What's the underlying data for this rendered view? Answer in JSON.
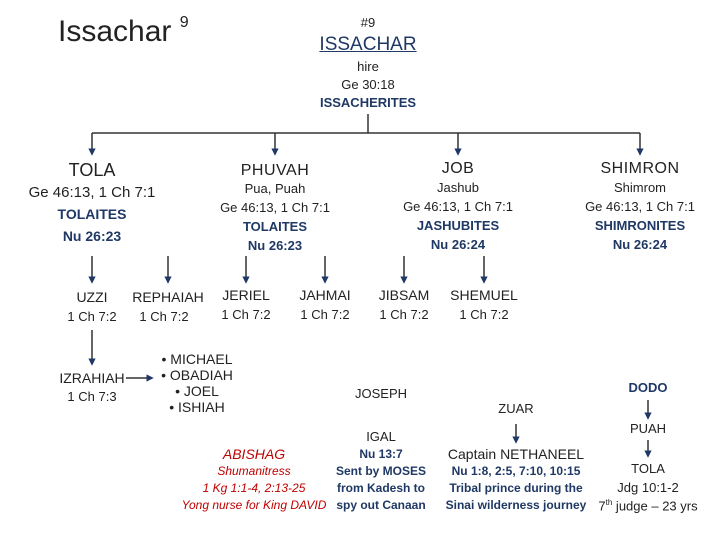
{
  "title": {
    "text": "Issachar",
    "sup": "9"
  },
  "top": {
    "num": "#9",
    "name": "ISSACHAR",
    "meaning": "hire",
    "ref": "Ge 30:18",
    "clan": "ISSACHERITES"
  },
  "sons": [
    {
      "name": "TOLA",
      "alt": "",
      "ref": "Ge 46:13, 1 Ch 7:1",
      "clan": "TOLAITES",
      "clanref": "Nu 26:23"
    },
    {
      "name": "PHUVAH",
      "alt": "Pua, Puah",
      "ref": "Ge 46:13, 1 Ch 7:1",
      "clan": "TOLAITES",
      "clanref": "Nu 26:23"
    },
    {
      "name": "JOB",
      "alt": "Jashub",
      "ref": "Ge 46:13, 1 Ch 7:1",
      "clan": "JASHUBITES",
      "clanref": "Nu 26:24"
    },
    {
      "name": "SHIMRON",
      "alt": "Shimrom",
      "ref": "Ge 46:13, 1 Ch 7:1",
      "clan": "SHIMRONITES",
      "clanref": "Nu 26:24"
    }
  ],
  "grandsons": [
    {
      "name": "UZZI",
      "ref": "1 Ch 7:2"
    },
    {
      "name": "REPHAIAH",
      "ref": "1 Ch 7:2"
    },
    {
      "name": "JERIEL",
      "ref": "1 Ch 7:2"
    },
    {
      "name": "JAHMAI",
      "ref": "1 Ch 7:2"
    },
    {
      "name": "JIBSAM",
      "ref": "1 Ch 7:2"
    },
    {
      "name": "SHEMUEL",
      "ref": "1 Ch 7:2"
    }
  ],
  "izrahiah": {
    "name": "IZRAHIAH",
    "ref": "1 Ch 7:3"
  },
  "izrahiah_sons": [
    "MICHAEL",
    "OBADIAH",
    "JOEL",
    "ISHIAH"
  ],
  "abishag": {
    "name": "ABISHAG",
    "l1": "Shumanitress",
    "l2": "1 Kg 1:1-4, 2:13-25",
    "l3": "Yong nurse for King DAVID"
  },
  "joseph": {
    "name": "JOSEPH"
  },
  "igal": {
    "name": "IGAL",
    "l1": "Nu 13:7",
    "l2": "Sent by MOSES",
    "l3": "from Kadesh to",
    "l4": "spy out Canaan"
  },
  "zuar": {
    "name": "ZUAR",
    "l0": "Captain",
    "l0b": "NETHANEEL",
    "l1": "Nu 1:8, 2:5, 7:10, 10:15",
    "l2": "Tribal prince during the",
    "l3": "Sinai wilderness journey"
  },
  "dodo": {
    "name": "DODO",
    "puah": "PUAH",
    "tola": "TOLA",
    "ref": "Jdg 10:1-2",
    "judge_num": "7",
    "judge_sup": "th",
    "judge_rest": "judge – 23 yrs"
  },
  "colors": {
    "navy": "#1f3864",
    "red": "#c00000",
    "line": "#333333",
    "arrow": "#1f3864"
  }
}
